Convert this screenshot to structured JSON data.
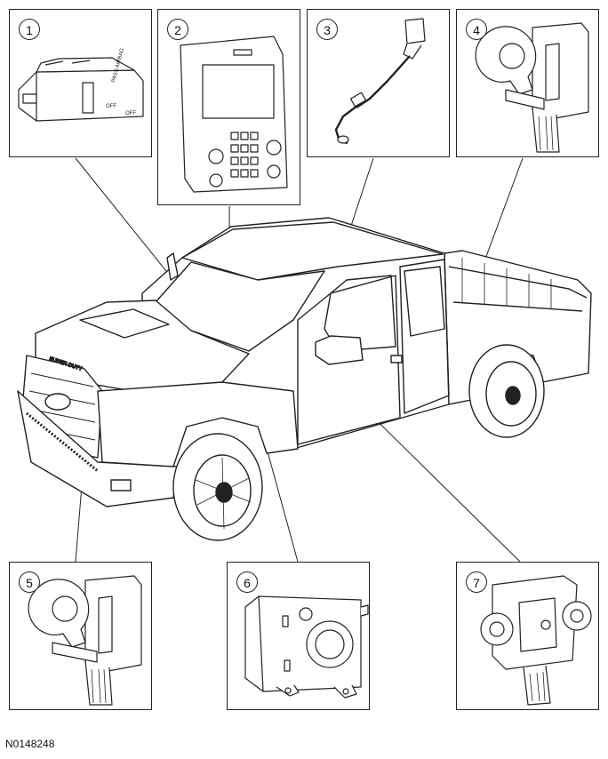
{
  "figure_id": "N0148248",
  "callouts": [
    {
      "number": "1"
    },
    {
      "number": "2"
    },
    {
      "number": "3"
    },
    {
      "number": "4"
    },
    {
      "number": "5"
    },
    {
      "number": "6"
    },
    {
      "number": "7"
    }
  ],
  "component_text": {
    "pass_airbag_label": "PASS AIRBAG",
    "off_label": "OFF",
    "off_label_2": "OFF"
  },
  "vehicle_badge": {
    "hood_text": "SUPER DUTY"
  }
}
